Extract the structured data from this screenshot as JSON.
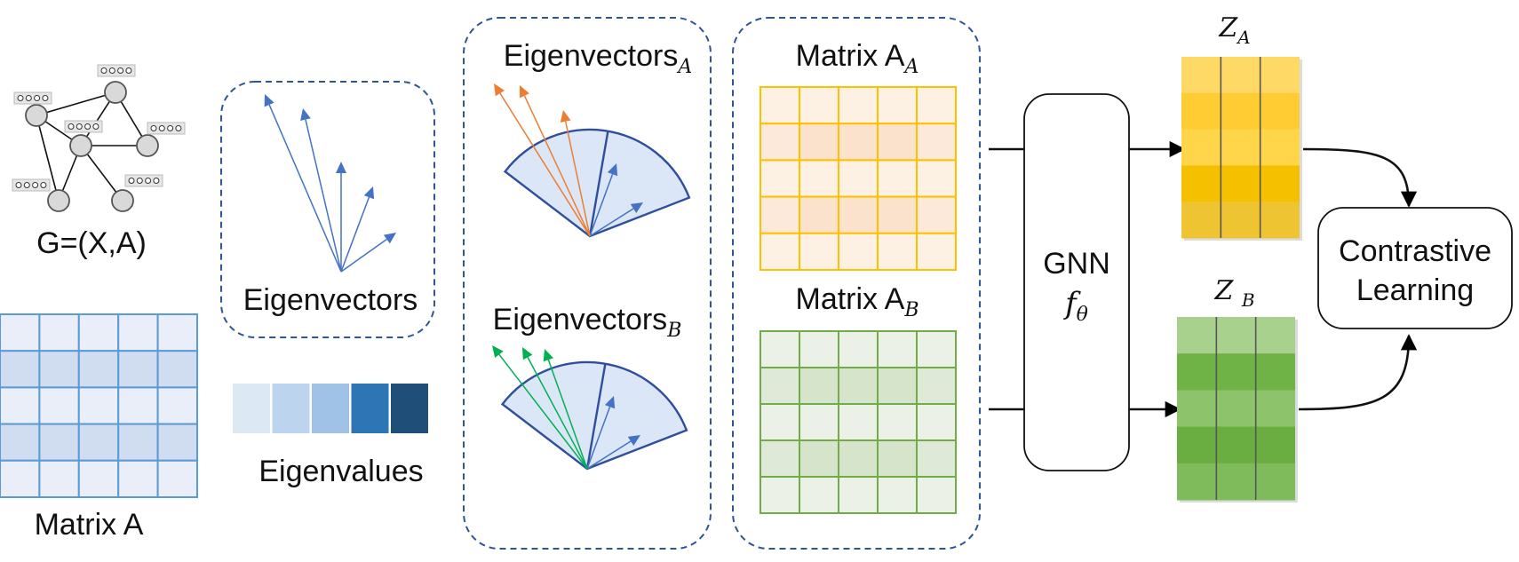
{
  "labels": {
    "graph": "G=(X,A)",
    "matrix_a": "Matrix A",
    "eigenvectors": "Eigenvectors",
    "eigenvalues": "Eigenvalues",
    "eigenvectors_a_main": "Eigenvectors",
    "eigenvectors_a_sub": "A",
    "eigenvectors_b_main": "Eigenvectors",
    "eigenvectors_b_sub": "B",
    "matrix_aa_main": "Matrix A",
    "matrix_aa_sub": "A",
    "matrix_ab_main": "Matrix A",
    "matrix_ab_sub": "B",
    "gnn": "GNN",
    "f": "f",
    "f_sub": "θ",
    "z": "Z",
    "za_sub": "A",
    "zb_sub": "B",
    "contrastive_1": "Contrastive",
    "contrastive_2": "Learning"
  },
  "colors": {
    "blue_matrix_line": "#5b9bd5",
    "blue_light": "#e9eef8",
    "blue_dark": "#d0dcf0",
    "dashed_border": "#2f5597",
    "eigvec_arrow": "#4472c4",
    "orange_arrow": "#ed7d31",
    "green_arrow": "#00b050",
    "sector_fill": "#dbe7f6",
    "sector_stroke": "#2f4f9e",
    "orange_line": "#ffc000",
    "orange_light": "#fdf1e4",
    "orange_mid": "#fbe2cd",
    "green_line": "#70ad47",
    "green_light": "#ebf1e6",
    "green_mid": "#d6e4cc",
    "eigenvalue_shades": [
      "#dde8f5",
      "#bcd4ee",
      "#9fc2e6",
      "#2e75b6",
      "#1f4e79"
    ],
    "za_rows": [
      "#ffd966",
      "#ffcc33",
      "#ffd54a",
      "#f5c000",
      "#eec433"
    ],
    "zb_rows": [
      "#a9d18e",
      "#6fb246",
      "#8cc36b",
      "#6aae42",
      "#7fbb5a"
    ]
  }
}
